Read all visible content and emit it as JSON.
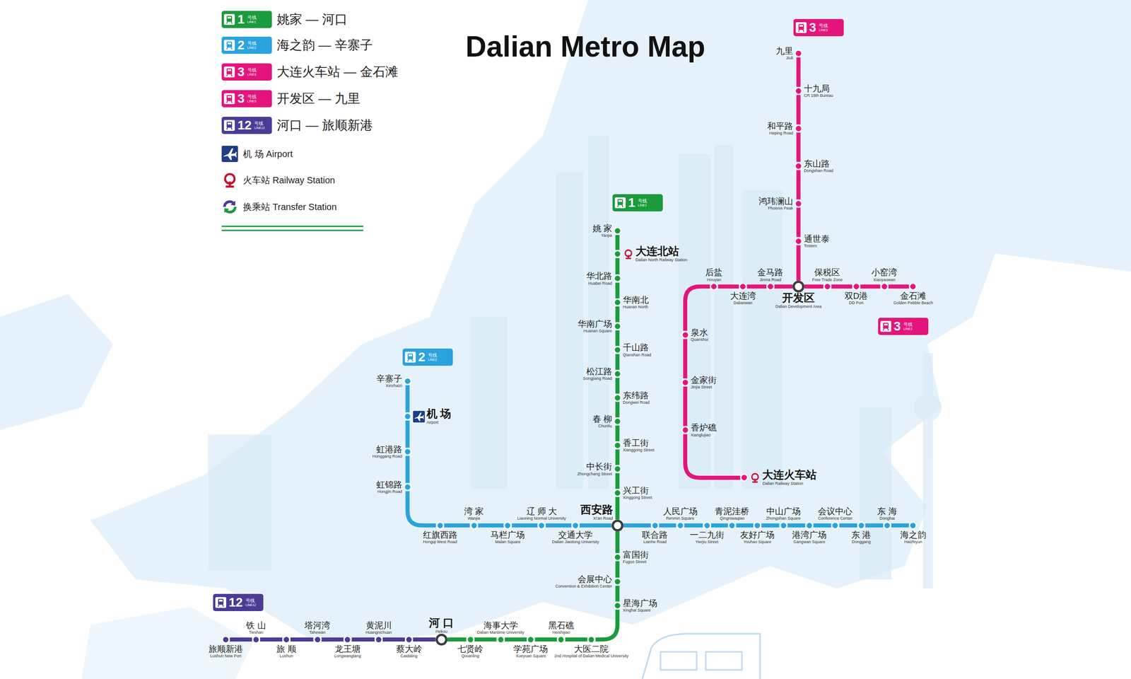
{
  "diagram": {
    "title": "Dalian Metro Map",
    "nodes": [
      {
        "text": [
          "姚 家",
          "Yaojia"
        ]
      },
      {
        "text": [
          "大连北站",
          "Dalian North Railway Station"
        ]
      },
      {
        "text": [
          "华北路",
          "Huabei Road"
        ]
      },
      {
        "text": [
          "华南北",
          "Huanan North"
        ]
      },
      {
        "text": [
          "华南广场",
          "Huanan Square"
        ]
      },
      {
        "text": [
          "千山路",
          "Qianshan Road"
        ]
      },
      {
        "text": [
          "松江路",
          "Songjiang Road"
        ]
      },
      {
        "text": [
          "东纬路",
          "Dongwei Road"
        ]
      },
      {
        "text": [
          "春 柳",
          "Chunliu"
        ]
      },
      {
        "text": [
          "香工街",
          "Xianggong Street"
        ]
      },
      {
        "text": [
          "中长街",
          "Zhongchang Street"
        ]
      },
      {
        "text": [
          "兴工街",
          "Xinggong Street"
        ]
      },
      {
        "text": [
          "西安路",
          "Xi'an Road"
        ]
      },
      {
        "text": [
          "富国街",
          "Fuguo Street"
        ]
      },
      {
        "text": [
          "会展中心",
          "Convention & Exhibition Center"
        ]
      },
      {
        "text": [
          "星海广场",
          "Xinghai Square"
        ]
      },
      {
        "text": [
          "大医二院",
          "2nd Hospital of Dalian Medical University"
        ]
      },
      {
        "text": [
          "黑石礁",
          "Heishijiao"
        ]
      },
      {
        "text": [
          "学苑广场",
          "Xueyuan Square"
        ]
      },
      {
        "text": [
          "海事大学",
          "Dalian Maritime University"
        ]
      },
      {
        "text": [
          "七贤岭",
          "Qixianling"
        ]
      },
      {
        "text": [
          "河 口",
          "Hekou"
        ]
      },
      {
        "text": [
          "辛寨子",
          "Xinzhaizi"
        ]
      },
      {
        "text": [
          "机 场",
          "Airport"
        ]
      },
      {
        "text": [
          "虹港路",
          "Honggang Road"
        ]
      },
      {
        "text": [
          "虹锦路",
          "Hongjin Road"
        ]
      },
      {
        "text": [
          "红旗西路",
          "Hongqi West Road"
        ]
      },
      {
        "text": [
          "湾 家",
          "Wanjia"
        ]
      },
      {
        "text": [
          "马栏广场",
          "Malan Square"
        ]
      },
      {
        "text": [
          "辽 师 大",
          "Liaoning Normal University"
        ]
      },
      {
        "text": [
          "交通大学",
          "Dalian Jiaotong University"
        ]
      },
      {
        "text": [
          "联合路",
          "Lianhe Road"
        ]
      },
      {
        "text": [
          "人民广场",
          "Renmin Square"
        ]
      },
      {
        "text": [
          "一二九街",
          "Yierjiu Street"
        ]
      },
      {
        "text": [
          "青泥洼桥",
          "Qingniwaqiao"
        ]
      },
      {
        "text": [
          "友好广场",
          "Youhao Square"
        ]
      },
      {
        "text": [
          "中山广场",
          "Zhongshan Square"
        ]
      },
      {
        "text": [
          "港湾广场",
          "Gangwan Square"
        ]
      },
      {
        "text": [
          "会议中心",
          "Conference Center"
        ]
      },
      {
        "text": [
          "东 港",
          "Donggang"
        ]
      },
      {
        "text": [
          "东 海",
          "Donghai"
        ]
      },
      {
        "text": [
          "海之韵",
          "Haizhiyun"
        ]
      },
      {
        "text": [
          "大连火车站",
          "Dalian Railway Station"
        ]
      },
      {
        "text": [
          "香炉礁",
          "Xianglujiao"
        ]
      },
      {
        "text": [
          "金家街",
          "Jinjia Street"
        ]
      },
      {
        "text": [
          "泉水",
          "Quanshui"
        ]
      },
      {
        "text": [
          "后盐",
          "Houyan"
        ]
      },
      {
        "text": [
          "大连湾",
          "Dalianwan"
        ]
      },
      {
        "text": [
          "金马路",
          "Jinma Road"
        ]
      },
      {
        "text": [
          "开发区",
          "Dalian Development Area"
        ]
      },
      {
        "text": [
          "保税区",
          "Free Trade Zone"
        ]
      },
      {
        "text": [
          "双D港",
          "DD Port"
        ]
      },
      {
        "text": [
          "小窑湾",
          "Xiaoyaowan"
        ]
      },
      {
        "text": [
          "金石滩",
          "Golden Pebble Beach"
        ]
      },
      {
        "text": [
          "通世泰",
          "Tostem"
        ]
      },
      {
        "text": [
          "鸿玮澜山",
          "Phoenix Peak"
        ]
      },
      {
        "text": [
          "东山路",
          "Dongshan Road"
        ]
      },
      {
        "text": [
          "和平路",
          "Heping Road"
        ]
      },
      {
        "text": [
          "十九局",
          "CR 19th Bureau"
        ]
      },
      {
        "text": [
          "九里",
          "Jiuli"
        ]
      },
      {
        "text": [
          "蔡大岭",
          "Caidaling"
        ]
      },
      {
        "text": [
          "黄泥川",
          "Huangnichuan"
        ]
      },
      {
        "text": [
          "龙王塘",
          "Longwangtang"
        ]
      },
      {
        "text": [
          "塔河湾",
          "Tahewan"
        ]
      },
      {
        "text": [
          "旅 顺",
          "Lushun"
        ]
      },
      {
        "text": [
          "铁 山",
          "Tieshan"
        ]
      },
      {
        "text": [
          "旅顺新港",
          "Lushun New Port"
        ]
      }
    ],
    "edges": [
      {
        "from": 0,
        "to": 1,
        "arrow": "none"
      },
      {
        "from": 1,
        "to": 2,
        "arrow": "none"
      },
      {
        "from": 2,
        "to": 3,
        "arrow": "none"
      },
      {
        "from": 3,
        "to": 4,
        "arrow": "none"
      },
      {
        "from": 4,
        "to": 5,
        "arrow": "none"
      },
      {
        "from": 5,
        "to": 6,
        "arrow": "none"
      },
      {
        "from": 6,
        "to": 7,
        "arrow": "none"
      },
      {
        "from": 7,
        "to": 8,
        "arrow": "none"
      },
      {
        "from": 8,
        "to": 9,
        "arrow": "none"
      },
      {
        "from": 9,
        "to": 10,
        "arrow": "none"
      },
      {
        "from": 10,
        "to": 11,
        "arrow": "none"
      },
      {
        "from": 11,
        "to": 12,
        "arrow": "none"
      },
      {
        "from": 12,
        "to": 13,
        "arrow": "none"
      },
      {
        "from": 13,
        "to": 14,
        "arrow": "none"
      },
      {
        "from": 14,
        "to": 15,
        "arrow": "none"
      },
      {
        "from": 15,
        "to": 16,
        "arrow": "none"
      },
      {
        "from": 16,
        "to": 17,
        "arrow": "none"
      },
      {
        "from": 17,
        "to": 18,
        "arrow": "none"
      },
      {
        "from": 18,
        "to": 19,
        "arrow": "none"
      },
      {
        "from": 19,
        "to": 20,
        "arrow": "none"
      },
      {
        "from": 20,
        "to": 21,
        "arrow": "none"
      },
      {
        "from": 22,
        "to": 23,
        "arrow": "none"
      },
      {
        "from": 23,
        "to": 24,
        "arrow": "none"
      },
      {
        "from": 24,
        "to": 25,
        "arrow": "none"
      },
      {
        "from": 25,
        "to": 26,
        "arrow": "none"
      },
      {
        "from": 26,
        "to": 27,
        "arrow": "none"
      },
      {
        "from": 27,
        "to": 28,
        "arrow": "none"
      },
      {
        "from": 28,
        "to": 29,
        "arrow": "none"
      },
      {
        "from": 29,
        "to": 30,
        "arrow": "none"
      },
      {
        "from": 30,
        "to": 12,
        "arrow": "none"
      },
      {
        "from": 12,
        "to": 31,
        "arrow": "none"
      },
      {
        "from": 31,
        "to": 32,
        "arrow": "none"
      },
      {
        "from": 32,
        "to": 33,
        "arrow": "none"
      },
      {
        "from": 33,
        "to": 34,
        "arrow": "none"
      },
      {
        "from": 34,
        "to": 35,
        "arrow": "none"
      },
      {
        "from": 35,
        "to": 36,
        "arrow": "none"
      },
      {
        "from": 36,
        "to": 37,
        "arrow": "none"
      },
      {
        "from": 37,
        "to": 38,
        "arrow": "none"
      },
      {
        "from": 38,
        "to": 39,
        "arrow": "none"
      },
      {
        "from": 39,
        "to": 40,
        "arrow": "none"
      },
      {
        "from": 40,
        "to": 41,
        "arrow": "none"
      },
      {
        "from": 42,
        "to": 43,
        "arrow": "none"
      },
      {
        "from": 43,
        "to": 44,
        "arrow": "none"
      },
      {
        "from": 44,
        "to": 45,
        "arrow": "none"
      },
      {
        "from": 45,
        "to": 46,
        "arrow": "none"
      },
      {
        "from": 46,
        "to": 47,
        "arrow": "none"
      },
      {
        "from": 47,
        "to": 48,
        "arrow": "none"
      },
      {
        "from": 48,
        "to": 49,
        "arrow": "none"
      },
      {
        "from": 49,
        "to": 50,
        "arrow": "none"
      },
      {
        "from": 50,
        "to": 51,
        "arrow": "none"
      },
      {
        "from": 51,
        "to": 52,
        "arrow": "none"
      },
      {
        "from": 52,
        "to": 53,
        "arrow": "none"
      },
      {
        "from": 49,
        "to": 54,
        "arrow": "none"
      },
      {
        "from": 54,
        "to": 55,
        "arrow": "none"
      },
      {
        "from": 55,
        "to": 56,
        "arrow": "none"
      },
      {
        "from": 56,
        "to": 57,
        "arrow": "none"
      },
      {
        "from": 57,
        "to": 58,
        "arrow": "none"
      },
      {
        "from": 58,
        "to": 59,
        "arrow": "none"
      },
      {
        "from": 21,
        "to": 60,
        "arrow": "none"
      },
      {
        "from": 60,
        "to": 61,
        "arrow": "none"
      },
      {
        "from": 61,
        "to": 62,
        "arrow": "none"
      },
      {
        "from": 62,
        "to": 63,
        "arrow": "none"
      },
      {
        "from": 63,
        "to": 64,
        "arrow": "none"
      },
      {
        "from": 64,
        "to": 65,
        "arrow": "none"
      },
      {
        "from": 65,
        "to": 66,
        "arrow": "none"
      }
    ],
    "labels": [
      "1",
      "号线",
      "LINE1",
      "2",
      "号线",
      "LINE2",
      "3",
      "号线",
      "LINE3",
      "3",
      "号线",
      "LINE3",
      "12",
      "号线",
      "LINE12",
      "1",
      "号线",
      "LINE1",
      "2",
      "号线",
      "LINE2",
      "3",
      "号线",
      "LINE3",
      "3",
      "号线",
      "LINE3",
      "12",
      "号线",
      "LINE12"
    ],
    "legend": [
      {
        "text": "姚家 — 河口",
        "color": "#1a9b3c"
      },
      {
        "text": "海之韵 — 辛寨子",
        "color": "#2aa3dd"
      },
      {
        "text": "大连火车站 — 金石滩",
        "color": "#e5147d"
      },
      {
        "text": "开发区 — 九里",
        "color": "#e5147d"
      },
      {
        "text": "河口 — 旅顺新港",
        "color": "#4b3b97"
      },
      {
        "text": "机 场 Airport"
      },
      {
        "text": "火车站 Railway Station"
      },
      {
        "text": "换乘站 Transfer Station"
      }
    ]
  }
}
